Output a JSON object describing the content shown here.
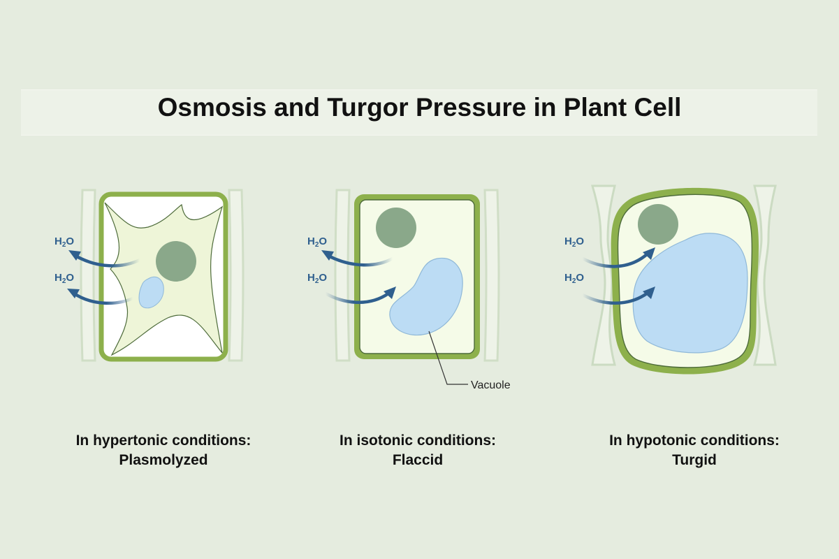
{
  "title": "Osmosis and Turgor Pressure in Plant Cell",
  "water_label": {
    "main": "H",
    "sub": "2",
    "tail": "O"
  },
  "vacuole_label": "Vacuole",
  "panels": [
    {
      "condition": "In hypertonic conditions:",
      "state": "Plasmolyzed",
      "water_flow": "out"
    },
    {
      "condition": "In isotonic conditions:",
      "state": "Flaccid",
      "water_flow": "in-and-out"
    },
    {
      "condition": "In hypotonic conditions:",
      "state": "Turgid",
      "water_flow": "in"
    }
  ],
  "colors": {
    "cell_wall": "#8db04c",
    "neighbor_wall": "#d5e2cd",
    "cytoplasm": "#f5fbe8",
    "nucleus": "#8aa88a",
    "vacuole": "#bcdcf4",
    "arrow": "#2f5f8e"
  }
}
